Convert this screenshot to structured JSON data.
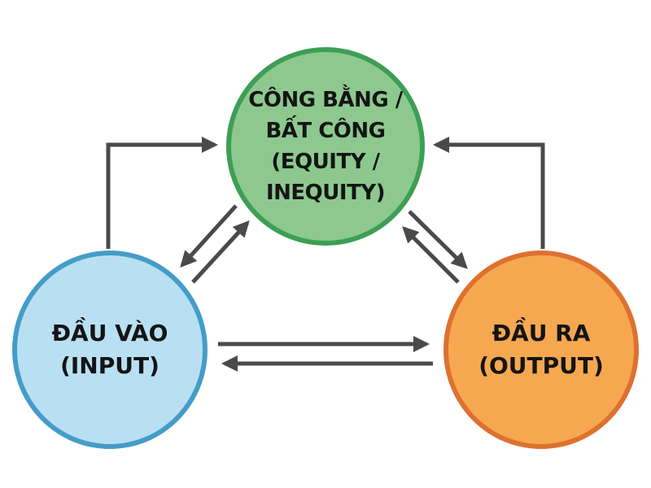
{
  "diagram": {
    "type": "equity-theory-cycle",
    "background": "#ffffff",
    "arrow_color": "#4a4a4a",
    "text_color": "#141414",
    "nodes": {
      "equity": {
        "lines": [
          "CÔNG BẰNG /",
          "BẤT CÔNG",
          "(EQUITY /",
          "INEQUITY)"
        ],
        "fill": "#8dc98f",
        "border": "#3d9e55",
        "position": "top-center"
      },
      "input": {
        "lines": [
          "ĐẦU VÀO",
          "(INPUT)"
        ],
        "fill": "#b9e0f2",
        "border": "#459cc8",
        "position": "bottom-left"
      },
      "output": {
        "lines": [
          "ĐẦU RA",
          "(OUTPUT)"
        ],
        "fill": "#f6a851",
        "border": "#dd7130",
        "position": "bottom-right"
      }
    },
    "edges": [
      {
        "name": "input-to-equity-elbow",
        "from": "input",
        "to": "equity",
        "style": "elbow"
      },
      {
        "name": "output-to-equity-elbow",
        "from": "output",
        "to": "equity",
        "style": "elbow"
      },
      {
        "name": "equity-to-input-diagonal",
        "from": "equity",
        "to": "input",
        "style": "straight"
      },
      {
        "name": "input-to-equity-diagonal",
        "from": "input",
        "to": "equity",
        "style": "straight"
      },
      {
        "name": "output-to-equity-diagonal",
        "from": "output",
        "to": "equity",
        "style": "straight"
      },
      {
        "name": "equity-to-output-diagonal",
        "from": "equity",
        "to": "output",
        "style": "straight"
      },
      {
        "name": "input-to-output-horizontal",
        "from": "input",
        "to": "output",
        "style": "straight"
      },
      {
        "name": "output-to-input-horizontal",
        "from": "output",
        "to": "input",
        "style": "straight"
      }
    ]
  }
}
